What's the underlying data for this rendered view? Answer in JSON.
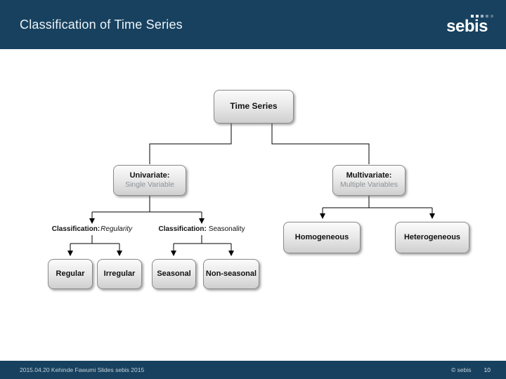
{
  "header": {
    "title": "Classification of Time Series",
    "logo_text": "sebis"
  },
  "tree": {
    "root": "Time Series",
    "univariate_title": "Univariate:",
    "univariate_subtitle": "Single Variable",
    "multivariate_title": "Multivariate:",
    "multivariate_subtitle": "Multiple Variables",
    "homogeneous": "Homogeneous",
    "heterogeneous": "Heterogeneous",
    "regular": "Regular",
    "irregular": "Irregular",
    "seasonal": "Seasonal",
    "non_seasonal": "Non-seasonal"
  },
  "labels": {
    "regularity": {
      "prefix": "Classification:",
      "value": "Regularity"
    },
    "seasonality": {
      "prefix": "Classification:",
      "value": "Seasonality"
    }
  },
  "footer": {
    "left": "2015.04.20 Kehinde Fawumi Slides sebis 2015",
    "copyright": "© sebis",
    "page_number": "10"
  },
  "colors": {
    "brand_navy": "#17415f",
    "title_text": "#eef4f8",
    "node_border": "#8a8a8a",
    "node_text": "#111111",
    "node_subtitle_text": "#8b9196",
    "connector": "#000000",
    "footer_text": "#c6d2da"
  }
}
